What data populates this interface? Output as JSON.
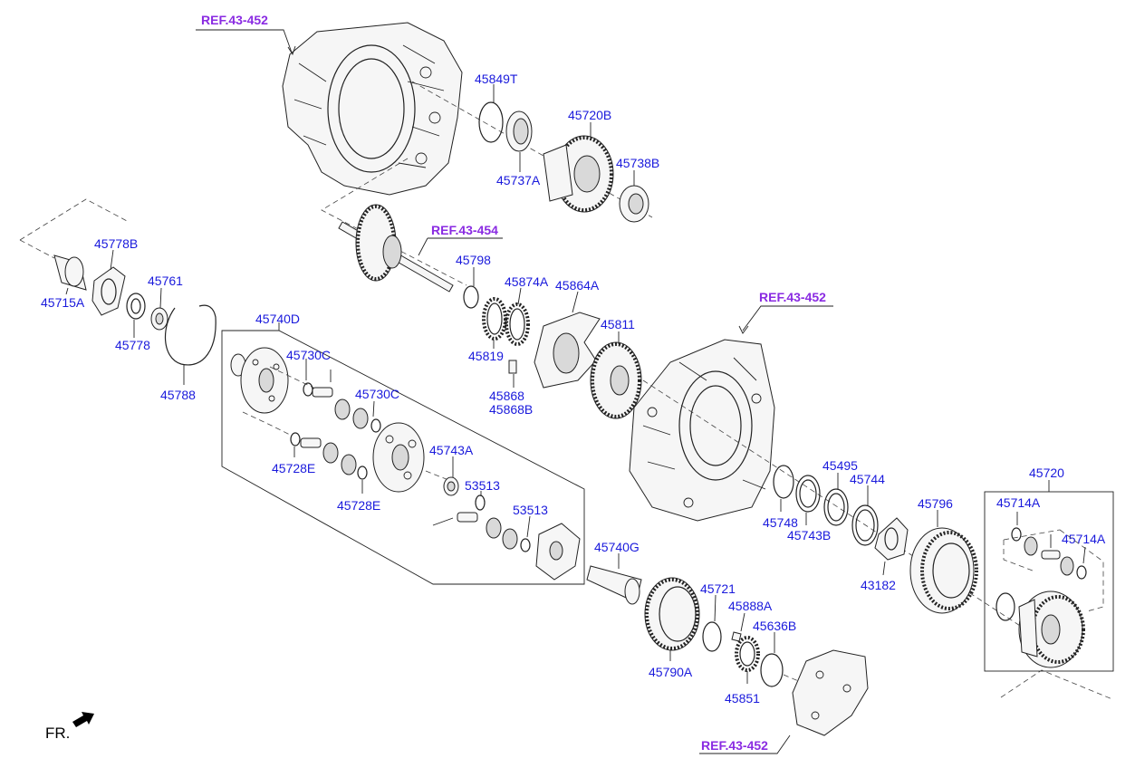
{
  "refs": {
    "ref_top": "REF.43-452",
    "ref_shaft": "REF.43-454",
    "ref_case": "REF.43-452",
    "ref_cover": "REF.43-452"
  },
  "parts": {
    "p45849T": "45849T",
    "p45720B": "45720B",
    "p45737A": "45737A",
    "p45738B": "45738B",
    "p45778B": "45778B",
    "p45761": "45761",
    "p45715A": "45715A",
    "p45778": "45778",
    "p45788": "45788",
    "p45798": "45798",
    "p45874A": "45874A",
    "p45864A": "45864A",
    "p45819": "45819",
    "p45811": "45811",
    "p45868": "45868",
    "p45868B": "45868B",
    "p45740D": "45740D",
    "p45730C_1": "45730C",
    "p45730C_2": "45730C",
    "p45728E_1": "45728E",
    "p45728E_2": "45728E",
    "p45743A": "45743A",
    "p53513_1": "53513",
    "p53513_2": "53513",
    "p45740G": "45740G",
    "p45721": "45721",
    "p45888A": "45888A",
    "p45636B": "45636B",
    "p45790A": "45790A",
    "p45851": "45851",
    "p45748": "45748",
    "p45743B": "45743B",
    "p45495": "45495",
    "p45744": "45744",
    "p43182": "43182",
    "p45796": "45796",
    "p45720": "45720",
    "p45714A_1": "45714A",
    "p45714A_2": "45714A"
  },
  "orientation": {
    "label": "FR."
  },
  "colors": {
    "part_number": "#1a1adc",
    "reference": "#8a2be2"
  }
}
